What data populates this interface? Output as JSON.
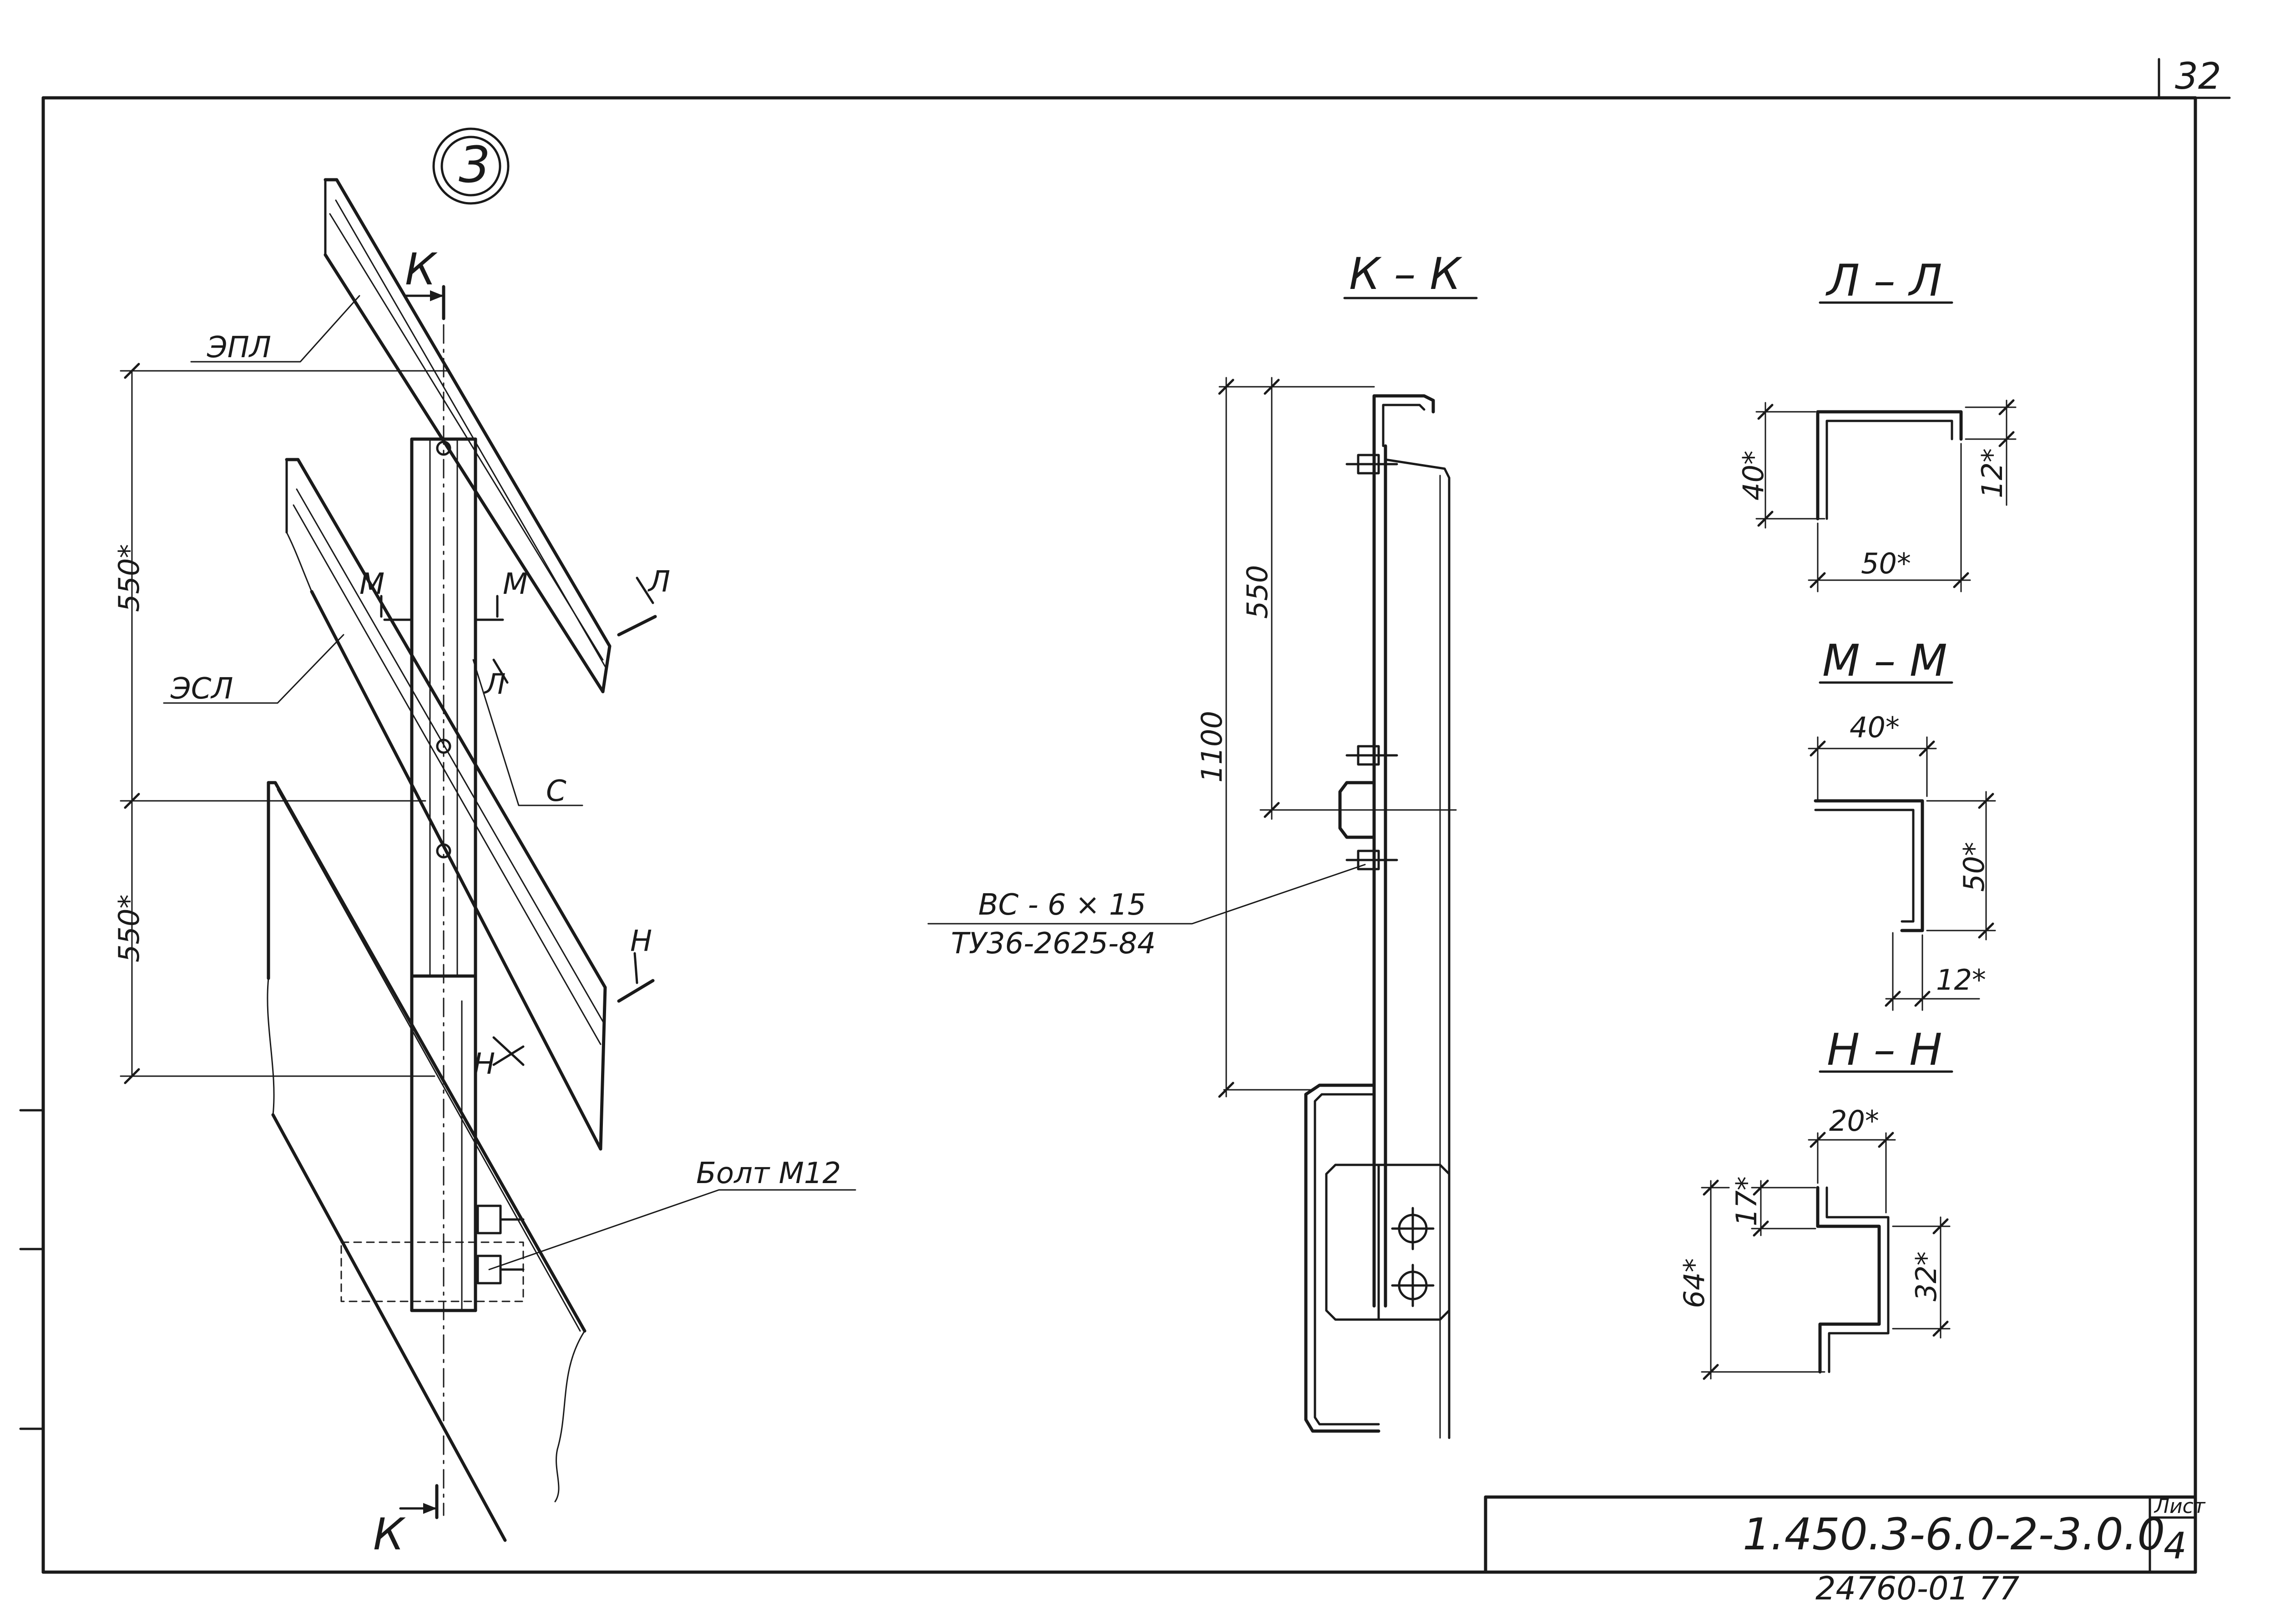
{
  "sheet": {
    "page_number": "32",
    "detail_number": "3",
    "document_code": "1.450.3-6.0-2-3.0.0",
    "sheet_label": "Лист",
    "sheet_number": "4",
    "bottom_code": "24760-01   77"
  },
  "main_view": {
    "cut_mark_top": "К",
    "cut_mark_bottom": "К",
    "labels": {
      "epl": "ЭПЛ",
      "esl": "ЭСЛ",
      "c": "С",
      "bolt": "Болт М12",
      "mark_m_left": "М",
      "mark_m_right": "М",
      "mark_l": "Л",
      "mark_l_small": "Л",
      "mark_n": "Н",
      "mark_n_small": "Н"
    },
    "dimensions": {
      "upper": "550*",
      "lower": "550*"
    }
  },
  "section_kk": {
    "title": "К – К",
    "dim_550": "550",
    "dim_1100": "1100",
    "screw_line1": "ВС - 6 × 15",
    "screw_line2": "ТУ36-2625-84"
  },
  "section_ll": {
    "title": "Л – Л",
    "dim_height": "40*",
    "dim_width": "50*",
    "dim_lip": "12*"
  },
  "section_mm": {
    "title": "М – М",
    "dim_top": "40*",
    "dim_height": "50*",
    "dim_lip": "12*"
  },
  "section_nn": {
    "title": "Н – Н",
    "dim_top": "20*",
    "dim_17": "17*",
    "dim_total": "64*",
    "dim_32": "32*"
  }
}
